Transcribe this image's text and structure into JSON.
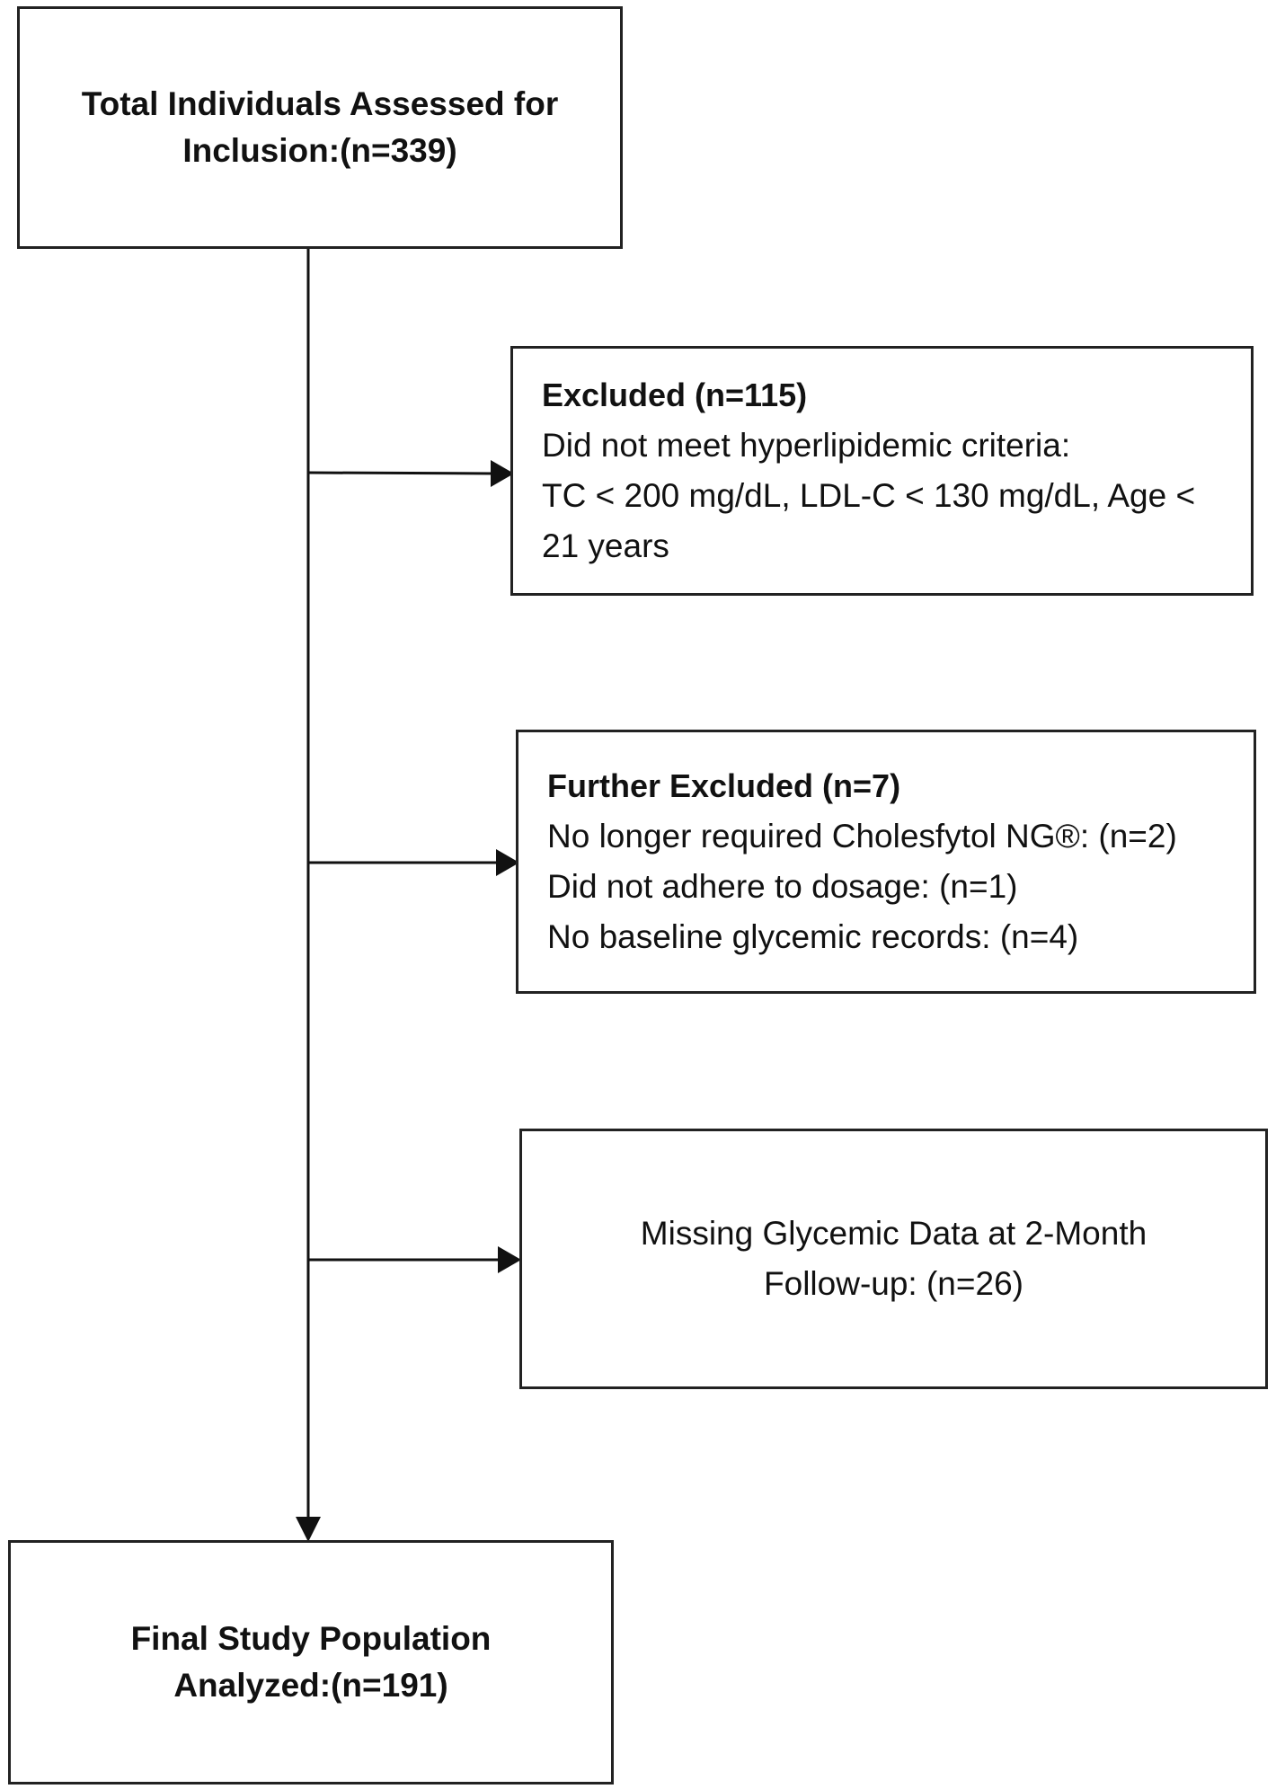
{
  "diagram": {
    "top_box": {
      "lines": [
        "Total Individuals Assessed for",
        "Inclusion:(n=339)"
      ]
    },
    "excluded_box": {
      "heading": "Excluded  (n=115)",
      "lines": [
        "Did not meet hyperlipidemic criteria:",
        "TC < 200 mg/dL, LDL-C < 130 mg/dL, Age <",
        "21 years"
      ]
    },
    "further_excluded_box": {
      "heading": "Further Excluded  (n=7)",
      "lines": [
        "No longer required Cholesfytol NG®: (n=2)",
        "Did not adhere to dosage: (n=1)",
        "No baseline glycemic records: (n=4)"
      ]
    },
    "missing_data_box": {
      "lines": [
        "Missing Glycemic Data at 2-Month",
        "Follow-up: (n=26)"
      ]
    },
    "final_box": {
      "lines": [
        "Final Study Population",
        "Analyzed:(n=191)"
      ]
    }
  }
}
